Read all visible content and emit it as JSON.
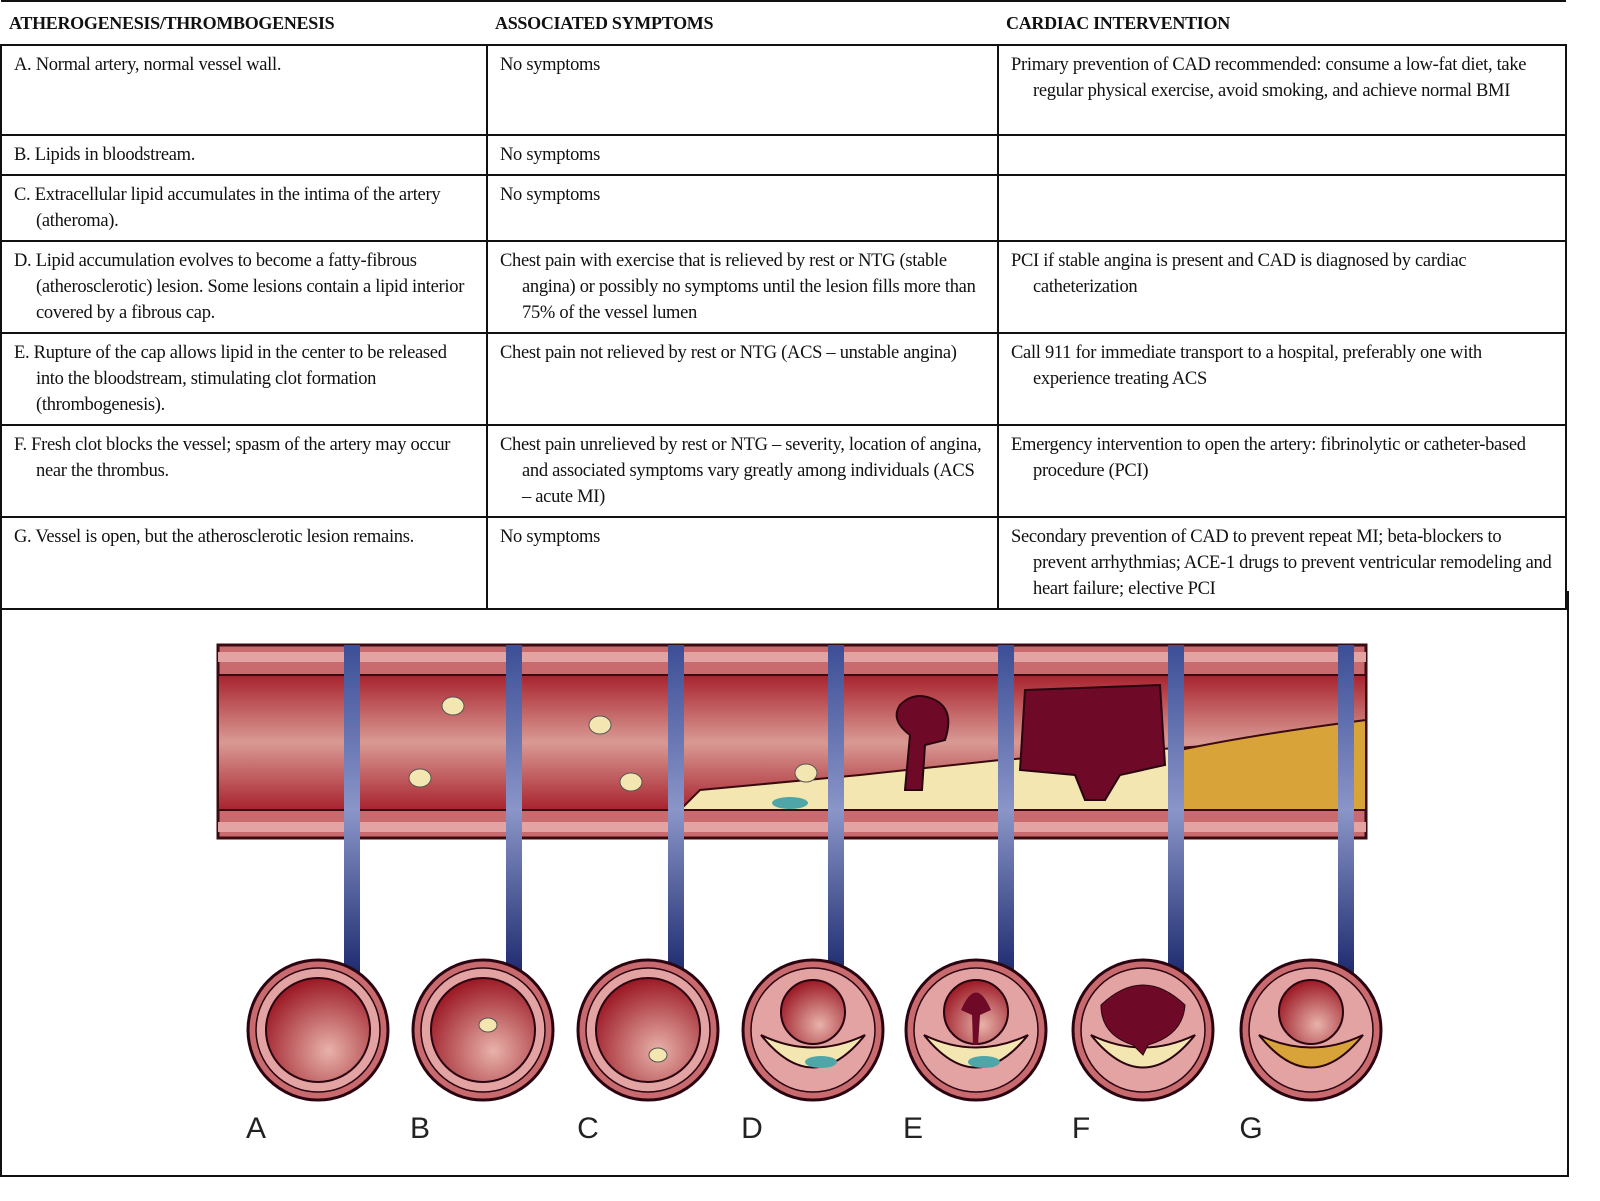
{
  "table": {
    "headers": [
      "ATHEROGENESIS/THROMBOGENESIS",
      "ASSOCIATED SYMPTOMS",
      "CARDIAC INTERVENTION"
    ],
    "rows": [
      {
        "stage": "A. Normal artery, normal vessel wall.",
        "symptoms": "No symptoms",
        "intervention": "Primary prevention of CAD recommended: consume a low-fat diet, take regular physical exercise, avoid smoking, and achieve normal BMI"
      },
      {
        "stage": "B. Lipids in bloodstream.",
        "symptoms": "No symptoms",
        "intervention": ""
      },
      {
        "stage": "C. Extracellular lipid accumulates in the intima of the artery (atheroma).",
        "symptoms": "No symptoms",
        "intervention": ""
      },
      {
        "stage": "D. Lipid accumulation evolves to become a fatty-fibrous (atherosclerotic) lesion. Some lesions contain a lipid interior covered by a fibrous cap.",
        "symptoms": "Chest pain with exercise that is relieved by rest or NTG (stable angina) or possibly no symptoms until the lesion fills more than 75% of the vessel lumen",
        "intervention": "PCI if stable angina is present and CAD is diagnosed by cardiac catheterization"
      },
      {
        "stage": "E. Rupture of the cap allows lipid in the center to be released into the bloodstream, stimulating clot formation (thrombogenesis).",
        "symptoms": "Chest pain not relieved by rest or NTG (ACS – unstable angina)",
        "intervention": "Call 911 for immediate transport to a hospital, preferably one with experience treating ACS"
      },
      {
        "stage": "F. Fresh clot blocks the vessel; spasm of the artery may occur near the thrombus.",
        "symptoms": "Chest pain unrelieved by rest or NTG – severity, location of angina, and associated symptoms vary greatly among individuals (ACS – acute MI)",
        "intervention": "Emergency intervention to open the artery: fibrinolytic or catheter-based procedure (PCI)"
      },
      {
        "stage": "G. Vessel is open, but the atherosclerotic lesion remains.",
        "symptoms": "No symptoms",
        "intervention": "Secondary prevention of CAD to prevent repeat MI; beta-blockers to prevent arrhythmias; ACE-1 drugs to prevent ventricular remodeling and heart failure; elective PCI"
      }
    ]
  },
  "figure": {
    "stage_labels": [
      "A",
      "B",
      "C",
      "D",
      "E",
      "F",
      "G"
    ],
    "colors": {
      "wall": "#c96a6e",
      "lumen": "#a3202c",
      "connector": "#3c4e96",
      "plaque": "#f3e6b0",
      "clot": "#6e0a28",
      "calcified": "#d8a43a"
    }
  }
}
